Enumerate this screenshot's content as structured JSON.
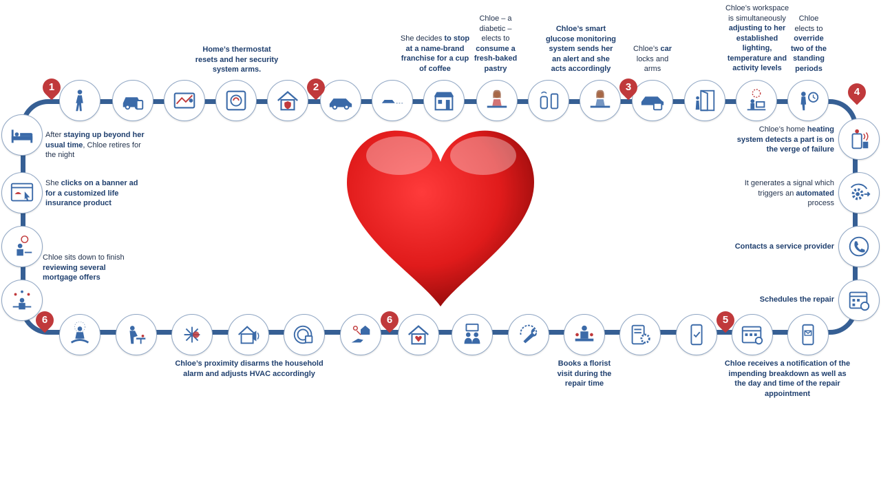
{
  "colors": {
    "track": "#365f94",
    "icon": "#3b6aa8",
    "accent": "#c0393b",
    "heart": "#e01b1b",
    "text_bold": "#1f3f6e"
  },
  "steps": [
    {
      "id": "1",
      "label": "1"
    },
    {
      "id": "2",
      "label": "2"
    },
    {
      "id": "3",
      "label": "3"
    },
    {
      "id": "4",
      "label": "4"
    },
    {
      "id": "5",
      "label": "5"
    },
    {
      "id": "6a",
      "label": "6"
    },
    {
      "id": "6b",
      "label": "6"
    }
  ],
  "labels": {
    "thermostat": [
      "Home’s thermostat resets and her security system arms."
    ],
    "stop": [
      "She decides ",
      "to stop at a name-brand franchise for a cup of coffee"
    ],
    "diabetic": [
      "Chloe – a diabetic – elects to ",
      "consume a fresh-baked pastry"
    ],
    "glucose": [
      "Chloe’s smart glucose monitoring system sends her an alert and she acts accordingly"
    ],
    "carlocks": [
      "Chloe’s ",
      "car",
      " locks and arms"
    ],
    "workspace": [
      "Chloe’s workspace is simultaneously ",
      "adjusting",
      " to her established lighting, temperature and activity levels"
    ],
    "override": [
      "Chloe elects to ",
      "override",
      " two of the standing periods"
    ],
    "sleep": [
      "After ",
      "staying up beyond her usual time",
      ", Chloe retires for the night"
    ],
    "banner": [
      "She ",
      "clicks on a banner ad for a customized life insurance product"
    ],
    "mortgage": [
      "Chloe sits down to finish ",
      "reviewing several mortgage offers"
    ],
    "heating": [
      "Chloe’s home ",
      "heating system detects a part is on the verge of failure"
    ],
    "signal": [
      "It generates a signal which triggers an ",
      "automated",
      " process"
    ],
    "contacts": [
      "Contacts a service provider"
    ],
    "schedules": [
      "Schedules the repair"
    ],
    "proximity": [
      "Chloe’s proximity disarms the household alarm and adjusts HVAC accordingly"
    ],
    "florist": [
      "Books a florist visit during the repair time"
    ],
    "notification": [
      "Chloe receives a notification of the impending breakdown as well as the day and time of the repair appointment"
    ]
  },
  "icons": {
    "top": [
      "walking-woman-icon",
      "car-phone-icon",
      "dashboard-map-icon",
      "thermostat-icon",
      "home-security-icon",
      "car-icon",
      "driving-car-icon",
      "storefront-icon",
      "woman-pastry-icon",
      "glucose-monitor-icon",
      "woman-alert-icon",
      "car-lock-icon",
      "door-icon",
      "office-settings-icon",
      "woman-clock-icon"
    ],
    "left": [
      "bed-icon",
      "banner-ad-icon",
      "thinking-person-icon",
      "desk-review-icon"
    ],
    "right": [
      "heating-system-icon",
      "automation-gear-icon",
      "phone-call-icon",
      "calendar-repair-icon"
    ],
    "bottom": [
      "meditation-icon",
      "woman-cafe-icon",
      "hvac-icon",
      "home-alarm-icon",
      "proximity-sensor-icon",
      "smart-home-hand-icon",
      "home-heart-icon",
      "service-team-icon",
      "repair-wrench-icon",
      "florist-icon",
      "settings-app-icon",
      "phone-check-icon",
      "calendar-notify-icon",
      "phone-message-icon"
    ]
  }
}
